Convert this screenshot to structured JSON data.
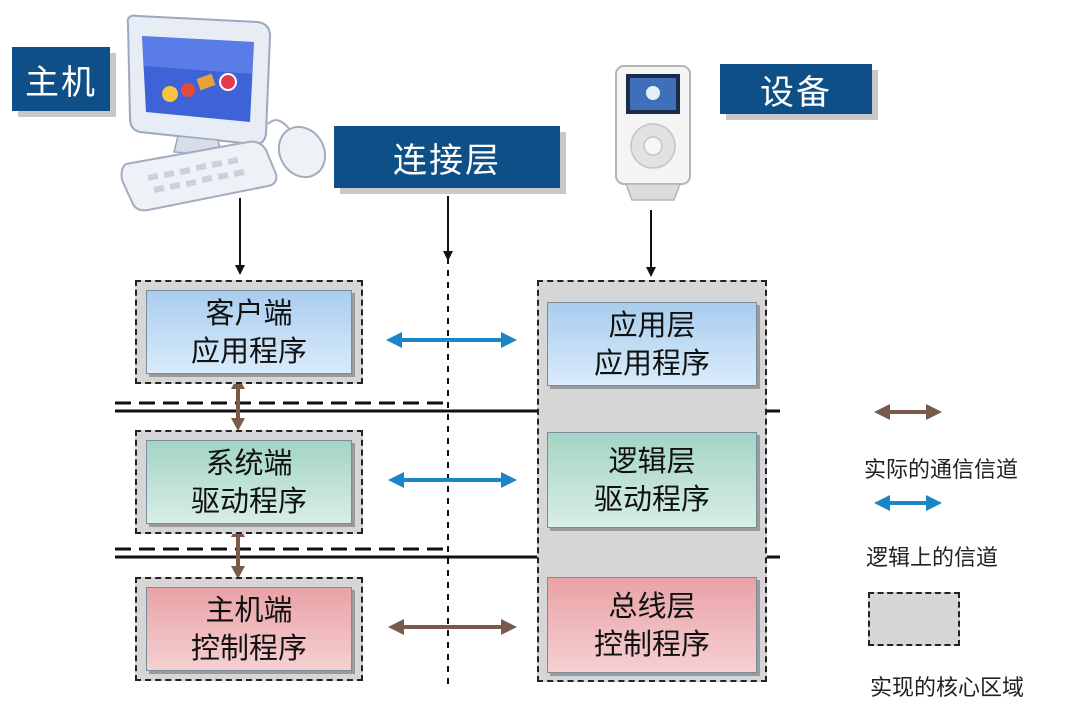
{
  "titles": {
    "host": "主机",
    "connection": "连接层",
    "device": "设备"
  },
  "host_column": {
    "app": [
      "客户端",
      "应用程序"
    ],
    "driver": [
      "系统端",
      "驱动程序"
    ],
    "controller": [
      "主机端",
      "控制程序"
    ]
  },
  "device_column": {
    "app": [
      "应用层",
      "应用程序"
    ],
    "driver": [
      "逻辑层",
      "驱动程序"
    ],
    "controller": [
      "总线层",
      "控制程序"
    ]
  },
  "legend": {
    "actual_channel": "实际的通信信道",
    "logical_channel": "逻辑上的信道",
    "core_area": "实现的核心区域"
  },
  "colors": {
    "title_bg": "#0f4f87",
    "actual_arrow": "#7a5a4a",
    "logical_arrow": "#1a86c8",
    "app_block": "#a9cdee",
    "driver_block": "#a3d4c4",
    "controller_block": "#e9a2a6",
    "core_area": "#d6d6d6"
  }
}
